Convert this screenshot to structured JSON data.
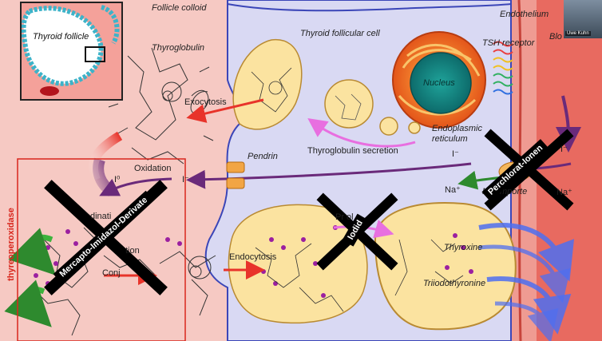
{
  "labels": {
    "follicle_colloid": "Follicle colloid",
    "thyroid_follicular_cell": "Thyroid follicular cell",
    "endothelium": "Endothelium",
    "blood": "Blo",
    "thyroid_follicle": "Thyroid follicle",
    "thyroglobulin": "Thyroglobulin",
    "exocytosis": "Exocytosis",
    "nucleus": "Nucleus",
    "tsh_receptor": "TSH receptor",
    "endoplasmic": "Endoplasmic",
    "reticulum": "reticulum",
    "thyroglobulin_secretion": "Thyroglobulin secretion",
    "pendrin": "Pendrin",
    "iodide_ion": "I⁻",
    "iodide_ion_right": "I⁻",
    "oxidation": "Oxidation",
    "iodine_zero": "I⁰",
    "iodide_small": "I⁻",
    "sodium_left": "Na⁺",
    "sodium_right": "Na⁺",
    "symporter_partial": "N   symporte",
    "iodination_partial": "dinati",
    "conjugation_partial": "Conj",
    "conjugation_partial2": "tion",
    "endocytosis": "Endocytosis",
    "proteolysis_partial": "Pr   ol  s",
    "thyroxine": "Thyroxine",
    "triiodothyronine": "Triiodothyronine",
    "thyreoperoxidase": "thyreoperoxidase"
  },
  "overlays": {
    "mercapto": "Mercapto-Imidazol-Derivate",
    "perchlorat": "Perchlorat-Ionen",
    "iodid": "Iodid"
  },
  "webcam": {
    "name": "Uwe Kuhn"
  },
  "colors": {
    "colloid": "#f6c9c3",
    "cell": "#d9d9f3",
    "vesicle": "#fbe3a0",
    "endothelium": "#f08a80",
    "red_arrow": "#e8332a",
    "purple_arrow": "#6a2a7a",
    "blue_arrow": "#4f6ff0",
    "green_arrow": "#3db33d",
    "pink_arrow": "#e86fe0"
  }
}
